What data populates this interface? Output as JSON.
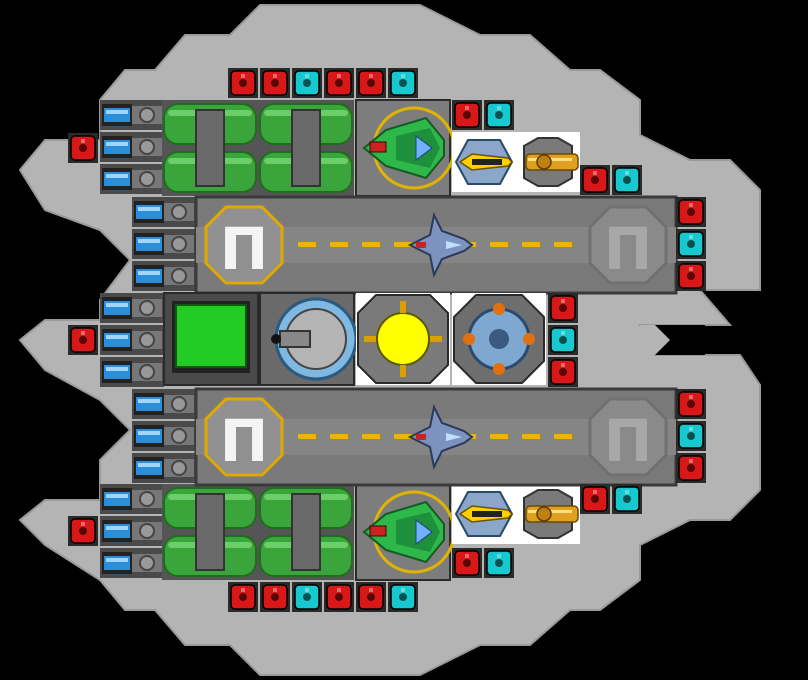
{
  "hull": {
    "color": "#b4b4b4",
    "edge": "#9a9a9a"
  },
  "colors": {
    "background": "#000000",
    "deck": "#8e8e8e",
    "runway": "#7a7a7a",
    "runway_line": "#f0b400",
    "hangar_frame": "#3a3a3a",
    "tank_green": "#3aa53a",
    "tank_dark": "#1f6e1f",
    "thruster_blue": "#2a8fd8",
    "pad_gold": "#e0a800",
    "pad_gray": "#707070",
    "node_red": "#d81818",
    "node_cyan": "#18c8d0",
    "reactor_yellow": "#ffff00",
    "console_green": "#22cc22",
    "fighter_blue": "#7c93c0",
    "pod_green": "#2fb84a",
    "turret_gold": "#e0a020"
  },
  "hangars": [
    {
      "pad_left_glyph": "Π",
      "pad_right_glyph": "Π"
    },
    {
      "pad_left_glyph": "Π",
      "pad_right_glyph": "Π"
    }
  ],
  "icons": {
    "fighter": "fighter-icon",
    "landing_pad": "landing-pad-icon",
    "reactor": "reactor-core-icon",
    "shield": "shield-generator-icon",
    "cockpit": "cockpit-icon",
    "console": "console-icon",
    "thruster": "thruster-icon",
    "fuel_tank": "fuel-tank-icon",
    "laser_turret": "laser-turret-icon",
    "cannon_turret": "cannon-turret-icon",
    "pod": "escape-pod-icon",
    "node": "power-node-icon"
  }
}
